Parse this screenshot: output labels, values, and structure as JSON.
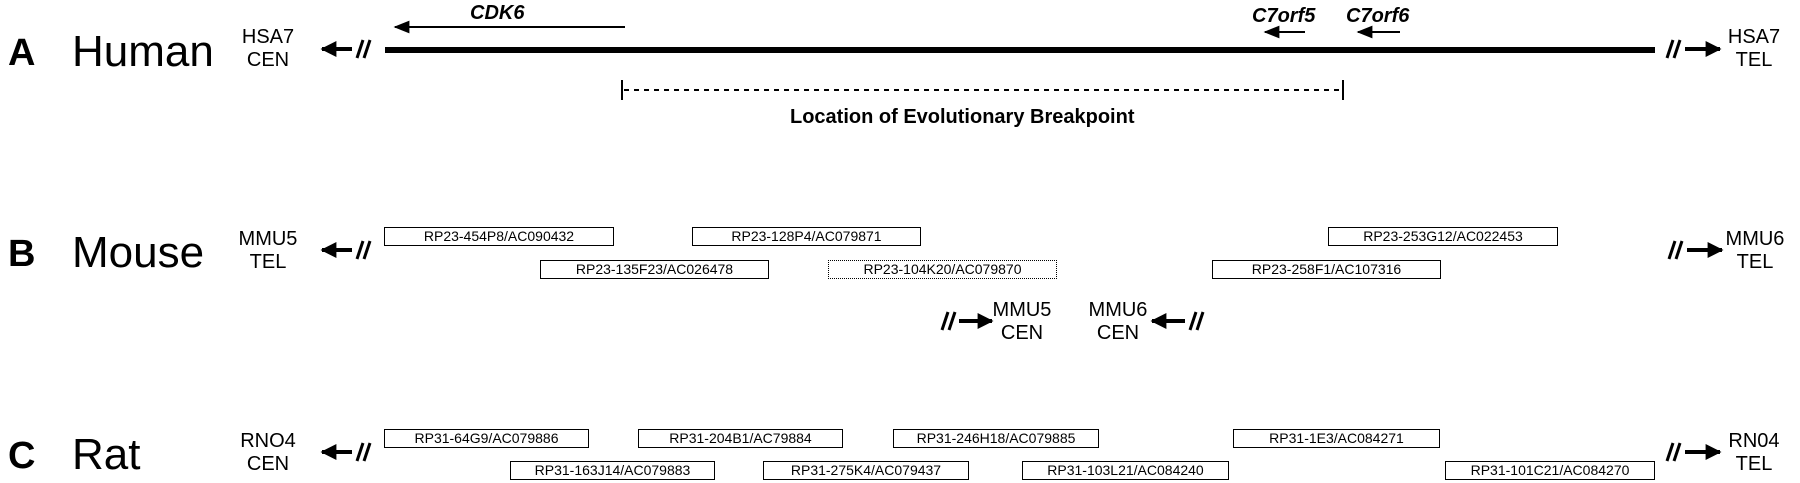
{
  "panels": [
    {
      "letter": "A",
      "species": "Human",
      "left_label": [
        "HSA7",
        "CEN"
      ],
      "right_label": [
        "HSA7",
        "TEL"
      ],
      "genes": [
        "CDK6",
        "C7orf5",
        "C7orf6"
      ],
      "breakpoint_label": "Location of Evolutionary Breakpoint"
    },
    {
      "letter": "B",
      "species": "Mouse",
      "left_label": [
        "MMU5",
        "TEL"
      ],
      "right_label": [
        "MMU6",
        "TEL"
      ],
      "center_left_label": [
        "MMU5",
        "CEN"
      ],
      "center_right_label": [
        "MMU6",
        "CEN"
      ],
      "clones": [
        {
          "label": "RP23-454P8/AC090432",
          "style": "solid"
        },
        {
          "label": "RP23-135F23/AC026478",
          "style": "solid"
        },
        {
          "label": "RP23-128P4/AC079871",
          "style": "solid"
        },
        {
          "label": "RP23-104K20/AC079870",
          "style": "dotted"
        },
        {
          "label": "RP23-258F1/AC107316",
          "style": "solid"
        },
        {
          "label": "RP23-253G12/AC022453",
          "style": "solid"
        }
      ]
    },
    {
      "letter": "C",
      "species": "Rat",
      "left_label": [
        "RNO4",
        "CEN"
      ],
      "right_label": [
        "RN04",
        "TEL"
      ],
      "clones": [
        {
          "label": "RP31-64G9/AC079886",
          "style": "solid"
        },
        {
          "label": "RP31-163J14/AC079883",
          "style": "solid"
        },
        {
          "label": "RP31-204B1/AC79884",
          "style": "solid"
        },
        {
          "label": "RP31-275K4/AC079437",
          "style": "solid"
        },
        {
          "label": "RP31-246H18/AC079885",
          "style": "solid"
        },
        {
          "label": "RP31-103L21/AC084240",
          "style": "solid"
        },
        {
          "label": "RP31-1E3/AC084271",
          "style": "solid"
        },
        {
          "label": "RP31-101C21/AC084270",
          "style": "solid"
        }
      ]
    }
  ]
}
